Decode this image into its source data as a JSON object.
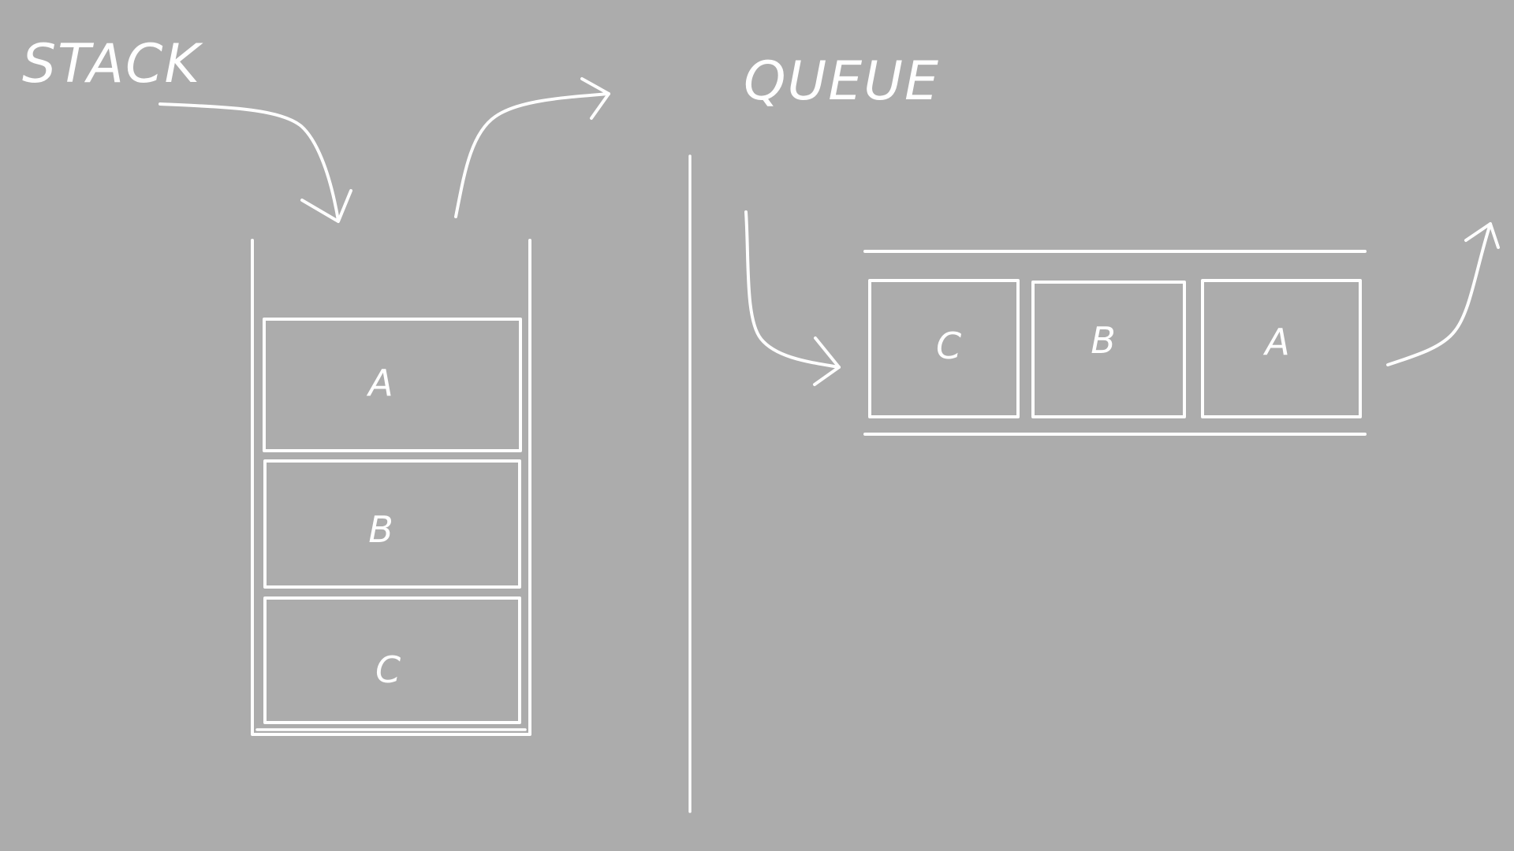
{
  "stack": {
    "title": "STACK",
    "items": [
      "A",
      "B",
      "C"
    ]
  },
  "queue": {
    "title": "QUEUE",
    "items": [
      "C",
      "B",
      "A"
    ]
  },
  "colors": {
    "background": "#acacac",
    "ink": "#ffffff"
  }
}
